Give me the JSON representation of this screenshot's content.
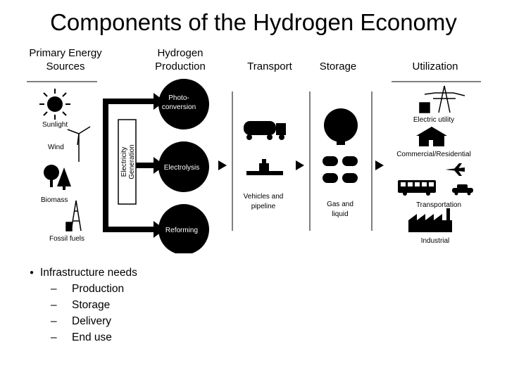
{
  "slide": {
    "title": "Components of the Hydrogen Economy"
  },
  "diagram": {
    "headers": {
      "primary_energy_line1": "Primary Energy",
      "primary_energy_line2": "Sources",
      "hydrogen_line1": "Hydrogen",
      "hydrogen_line2": "Production",
      "transport": "Transport",
      "storage": "Storage",
      "utilization": "Utilization"
    },
    "sources": {
      "sunlight": "Sunlight",
      "wind": "Wind",
      "biomass": "Biomass",
      "fossil": "Fossil fuels"
    },
    "electricity_line1": "Electricity",
    "electricity_line2": "Generation",
    "production": {
      "photo_line1": "Photo-",
      "photo_line2": "conversion",
      "electrolysis": "Electrolysis",
      "reforming": "Reforming"
    },
    "transport_label_line1": "Vehicles and",
    "transport_label_line2": "pipeline",
    "storage_label_line1": "Gas and",
    "storage_label_line2": "liquid",
    "utilization": {
      "electric": "Electric utility",
      "commercial": "Commercial/Residential",
      "transportation": "Transportation",
      "industrial": "Industrial"
    }
  },
  "bullets": {
    "main": "Infrastructure needs",
    "items": [
      "Production",
      "Storage",
      "Delivery",
      "End use"
    ]
  }
}
